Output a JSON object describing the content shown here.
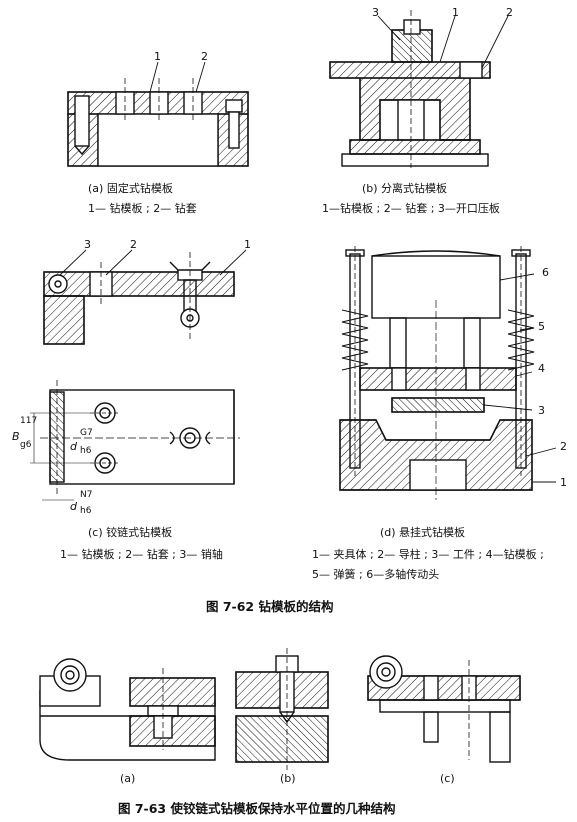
{
  "fig62": {
    "a": {
      "caption": "(a)  固定式钻模板",
      "legend": "1— 钻模板 ; 2— 钻套",
      "callouts": [
        "1",
        "2"
      ]
    },
    "b": {
      "caption": "(b)  分离式钻模板",
      "legend": "1—钻模板 ; 2— 钻套 ; 3—开口压板",
      "callouts": [
        "3",
        "1",
        "2"
      ]
    },
    "c": {
      "caption": "(c)  铰链式钻模板",
      "legend": "1— 钻模板 ; 2— 钻套 ; 3— 销轴",
      "callouts": [
        "3",
        "2",
        "1"
      ],
      "dims": {
        "b": "B",
        "b_fit_num": "117",
        "b_fit_den": "g6",
        "d1": "d",
        "d1_num": "G7",
        "d1_den": "h6",
        "d2": "d",
        "d2_num": "N7",
        "d2_den": "h6"
      }
    },
    "d": {
      "caption": "(d)  悬挂式钻模板",
      "legend_line1": "1— 夹具体 ; 2— 导柱 ; 3— 工件 ; 4—钻模板 ;",
      "legend_line2": "5— 弹簧 ; 6—多轴传动头",
      "callouts": [
        "6",
        "5",
        "4",
        "3",
        "2",
        "1"
      ]
    },
    "title": "图 7-62    钻模板的结构"
  },
  "fig63": {
    "a": "(a)",
    "b": "(b)",
    "c": "(c)",
    "title": "图 7-63    使铰链式钻模板保持水平位置的几种结构"
  }
}
